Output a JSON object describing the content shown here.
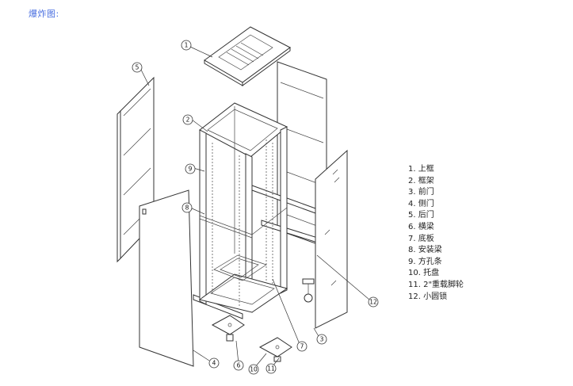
{
  "title": "爆炸图:",
  "legend": [
    "1. 上框",
    "2. 框架",
    "3. 前门",
    "4. 侧门",
    "5. 后门",
    "6. 横梁",
    "7. 底板",
    "8. 安装梁",
    "9. 方孔条",
    "10. 托盘",
    "11. 2\"重载脚轮",
    "12. 小圆锁"
  ],
  "callouts": [
    "1",
    "2",
    "3",
    "4",
    "5",
    "6",
    "7",
    "8",
    "9",
    "10",
    "11",
    "12"
  ],
  "colors": {
    "title": "#4a6fe0",
    "line": "#333333"
  }
}
